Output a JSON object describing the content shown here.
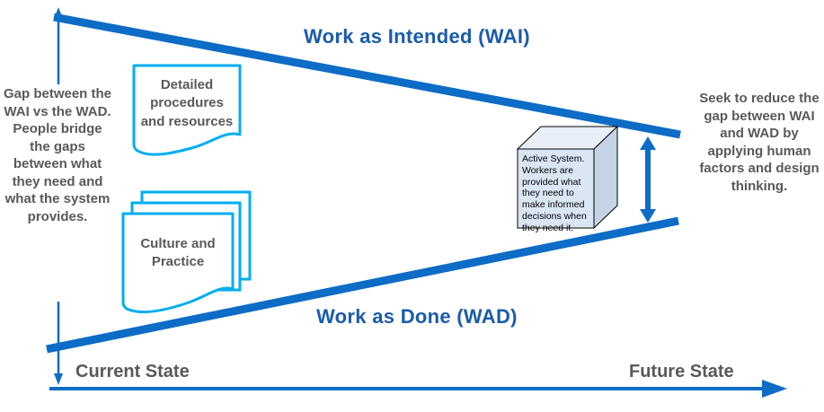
{
  "diagram": {
    "wai_title": "Work as Intended (WAI)",
    "wad_title": "Work as Done (WAD)",
    "left_note": "Gap between the WAI vs the WAD. People bridge the gaps between what they need and what the system provides.",
    "right_note": "Seek to reduce the gap between WAI and WAD by applying human factors and design thinking.",
    "documents": {
      "detailed_procedures": "Detailed procedures and resources",
      "culture_practice": "Culture and Practice"
    },
    "active_system_box": "Active System. Workers are provided what they need to make informed decisions when they need it.",
    "axis": {
      "left_label": "Current State",
      "right_label": "Future State"
    },
    "colors": {
      "line_blue": "#0d6cc6",
      "title_blue": "#1a5ca9",
      "doc_cyan": "#00aeef",
      "text_gray": "#595959",
      "cube_front": "#dbe6f4",
      "cube_top": "#e9eff8",
      "cube_side": "#c5d3e6"
    }
  }
}
